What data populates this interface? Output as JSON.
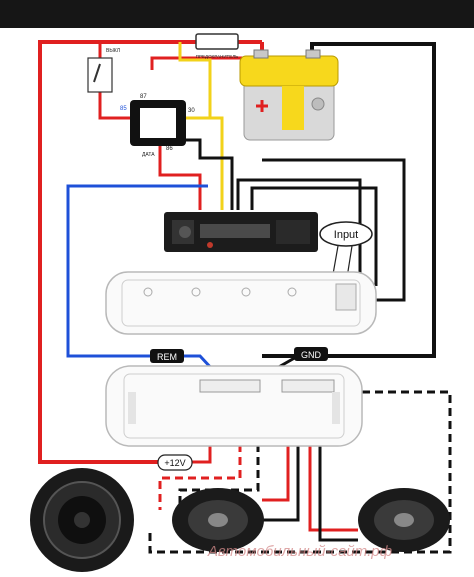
{
  "labels": {
    "switch": "ВЫКЛ",
    "fuse": "ПРЕДОХРАНИТЕЛЬ",
    "relay_pin_87": "87",
    "relay_pin_30": "30",
    "relay_pin_85": "85",
    "relay_pin_86": "86",
    "relay_name": "ДАТА",
    "input": "Input",
    "rem": "REM",
    "gnd": "GND",
    "plus12v": "+12V",
    "watermark": "Автомобильный-сайт.рф"
  },
  "colors": {
    "power": "#e02020",
    "ground": "#111111",
    "remote": "#1e50d8",
    "acc": "#f2d21a",
    "battery_top": "#f7d81c",
    "battery_body": "#d9d9d9",
    "amp_outline": "#b9b9b9",
    "headunit": "#1c1c1c"
  },
  "icons": [
    "battery-icon",
    "fuse-icon",
    "switch-icon",
    "relay-icon",
    "head-unit-icon",
    "amplifier-icon",
    "subwoofer-icon",
    "speaker-icon"
  ]
}
